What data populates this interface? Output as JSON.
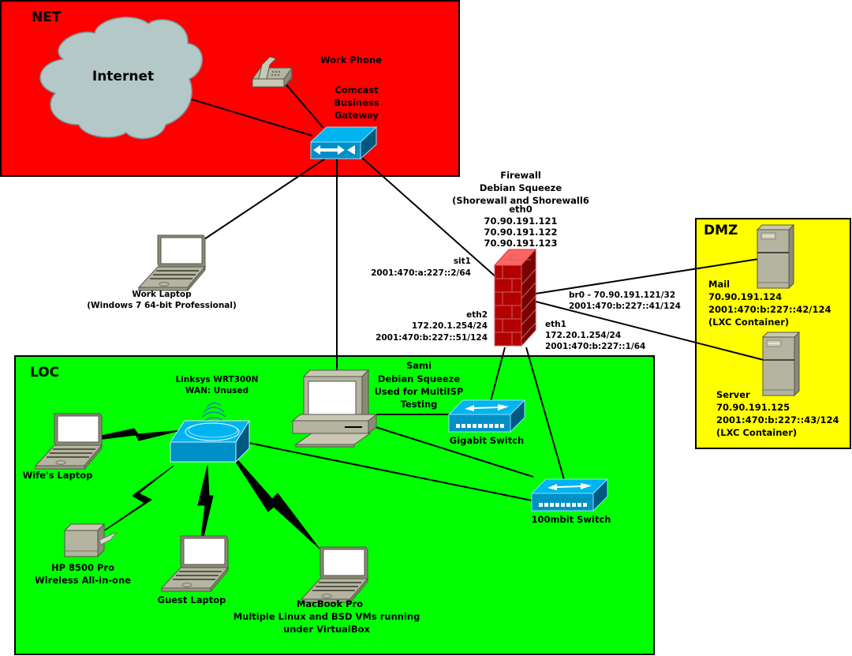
{
  "zones": {
    "net": {
      "title": "NET",
      "color": "#ff0000"
    },
    "dmz": {
      "title": "DMZ",
      "color": "#ffff00"
    },
    "loc": {
      "title": "LOC",
      "color": "#00ff00"
    }
  },
  "nodes": {
    "internet": {
      "label": "Internet",
      "icon": "cloud-icon"
    },
    "work_phone": {
      "label": "Work Phone",
      "icon": "phone-icon"
    },
    "gateway": {
      "lines": [
        "Comcast",
        "Business",
        "Gateway"
      ],
      "icon": "router-icon"
    },
    "work_laptop": {
      "lines": [
        "Work Laptop",
        "(Windows 7 64-bit Professional)"
      ],
      "icon": "laptop-icon"
    },
    "firewall": {
      "title_lines": [
        "Firewall",
        "Debian Squeeze",
        "(Shorewall and Shorewall6"
      ],
      "icon": "firewall-icon",
      "eth0": [
        "eth0",
        "70.90.191.121",
        "70.90.191.122",
        "70.90.191.123"
      ],
      "sit1": [
        "sit1",
        "2001:470:a:227::2/64"
      ],
      "eth2": [
        "eth2",
        "172.20.1.254/24",
        "2001:470:b:227::51/124"
      ],
      "br0": [
        "br0 - 70.90.191.121/32",
        "2001:470:b:227::41/124"
      ],
      "eth1": [
        "eth1",
        "172.20.1.254/24",
        "2001:470:b:227::1/64"
      ]
    },
    "mail": {
      "lines": [
        "Mail",
        "70.90.191.124",
        "2001:470:b:227::42/124",
        "(LXC Container)"
      ],
      "icon": "server-icon"
    },
    "server": {
      "lines": [
        "Server",
        "70.90.191.125",
        "2001:470:b:227::43/124",
        "(LXC Container)"
      ],
      "icon": "server-icon"
    },
    "linksys": {
      "lines": [
        "Linksys WRT300N",
        "WAN: Unused"
      ],
      "icon": "wireless-router-icon"
    },
    "sami": {
      "lines": [
        "Sami",
        "Debian Squeeze",
        "Used for MultiISP",
        "Testing"
      ],
      "icon": "desktop-icon"
    },
    "gigabit_switch": {
      "label": "Gigabit Switch",
      "icon": "switch-icon"
    },
    "switch_100": {
      "label": "100mbit Switch",
      "icon": "switch-icon"
    },
    "wife_laptop": {
      "label": "Wife's Laptop",
      "icon": "laptop-icon"
    },
    "printer": {
      "lines": [
        "HP 8500 Pro",
        "Wireless All-in-one"
      ],
      "icon": "printer-icon"
    },
    "guest_laptop": {
      "label": "Guest Laptop",
      "icon": "laptop-icon"
    },
    "macbook": {
      "lines": [
        "MacBook Pro",
        "Multiple Linux and BSD VMs running",
        "under VirtualBox"
      ],
      "icon": "laptop-icon"
    }
  },
  "colors": {
    "device_blue": "#00b4f0",
    "device_blue_dark": "#0090c8",
    "device_blue_side": "#005a80",
    "device_gray": "#b4b4a0",
    "cloud": "#b4c8c8",
    "brick": "#b40000",
    "brick_top": "#ff6464"
  }
}
